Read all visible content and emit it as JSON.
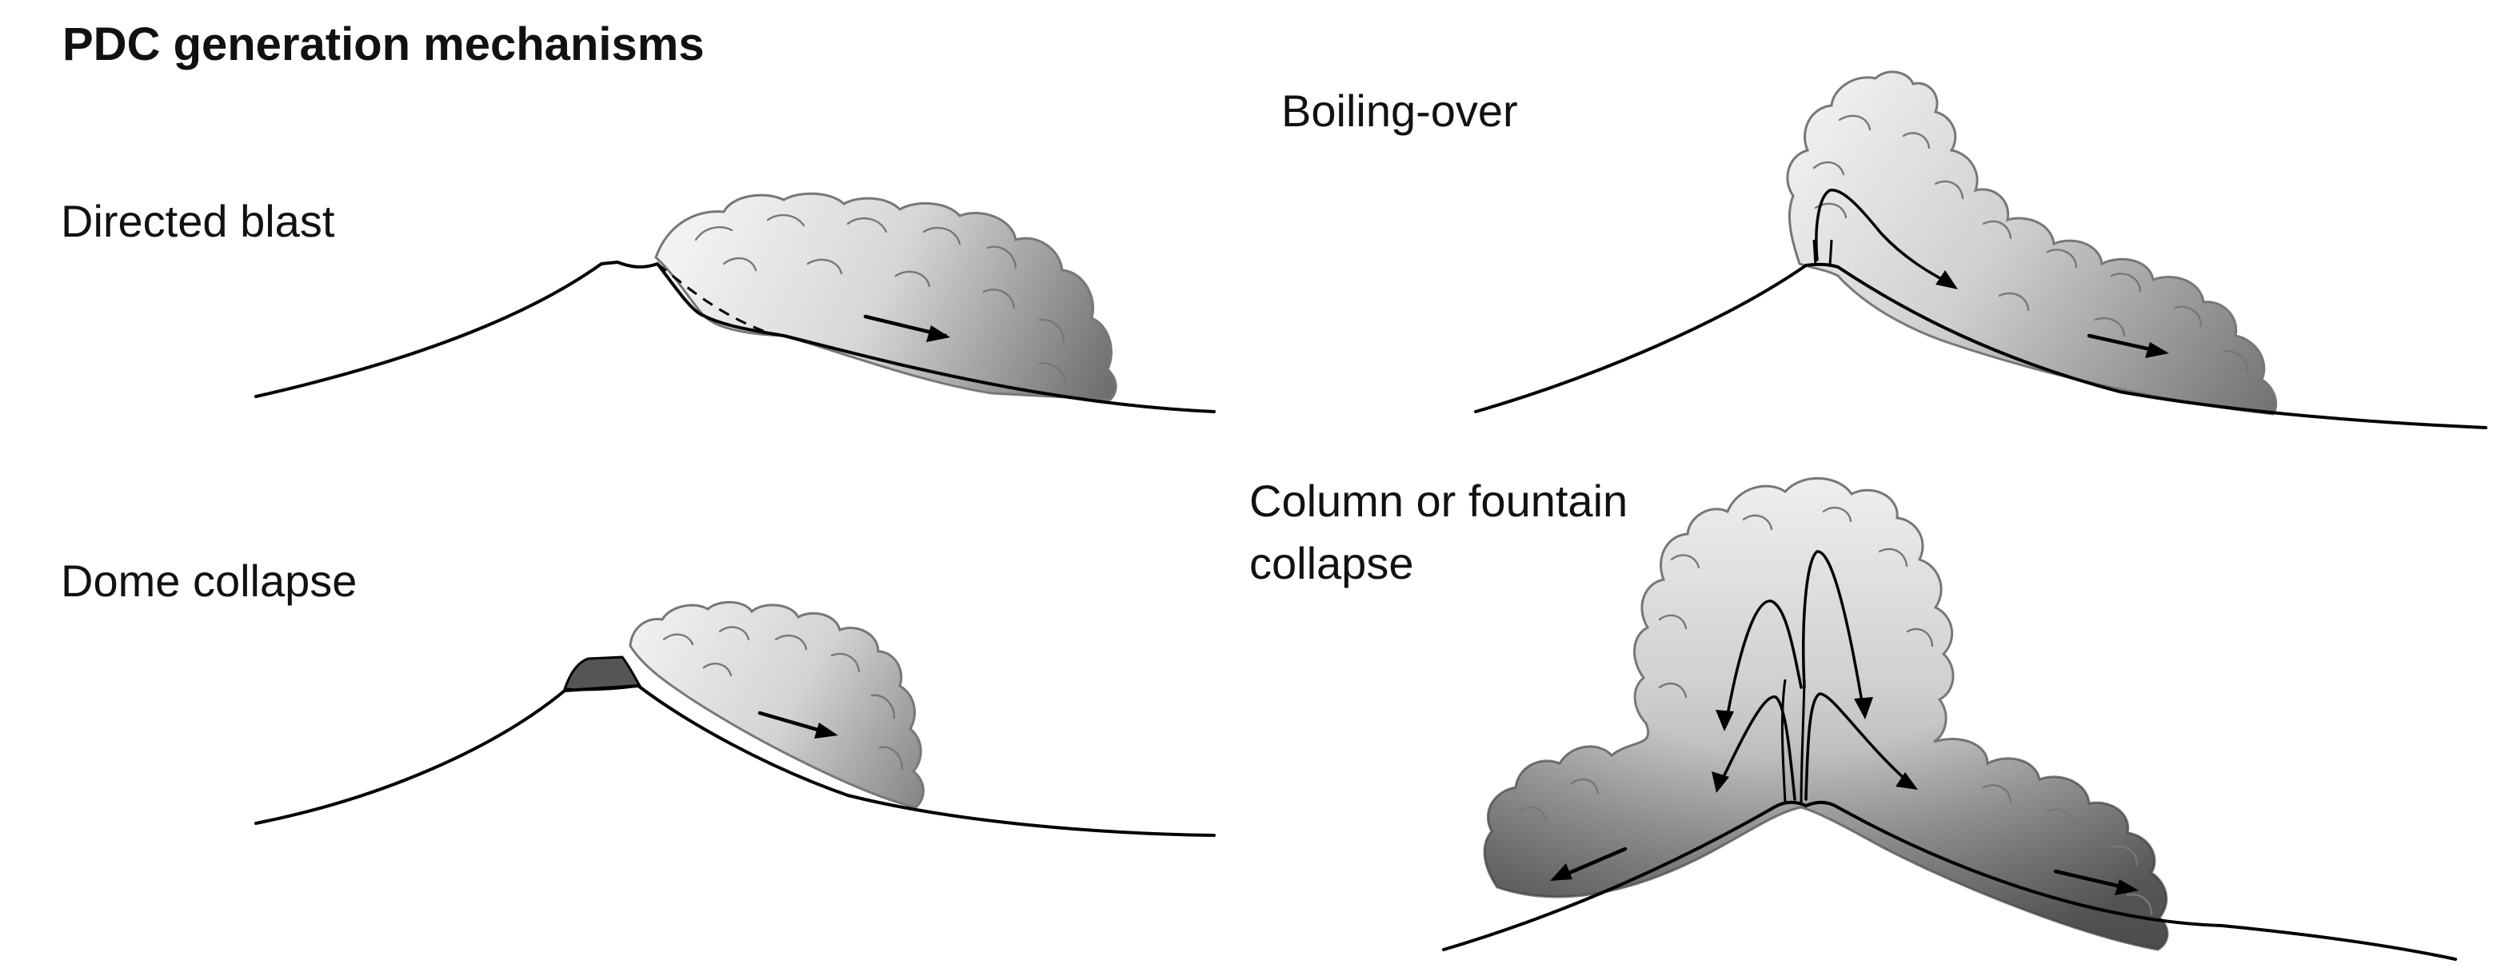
{
  "title": "PDC generation mechanisms",
  "panels": {
    "directed_blast": {
      "label": "Directed blast"
    },
    "boiling_over": {
      "label": "Boiling-over"
    },
    "dome_collapse": {
      "label": "Dome collapse"
    },
    "column_collapse": {
      "label_line1": "Column or fountain",
      "label_line2": "collapse"
    }
  },
  "colors": {
    "cloud_light": "#f2f2f2",
    "cloud_dark": "#6a6a6a",
    "cloud_outline": "#777777",
    "dome": "#555555",
    "ground_line": "#000000"
  }
}
